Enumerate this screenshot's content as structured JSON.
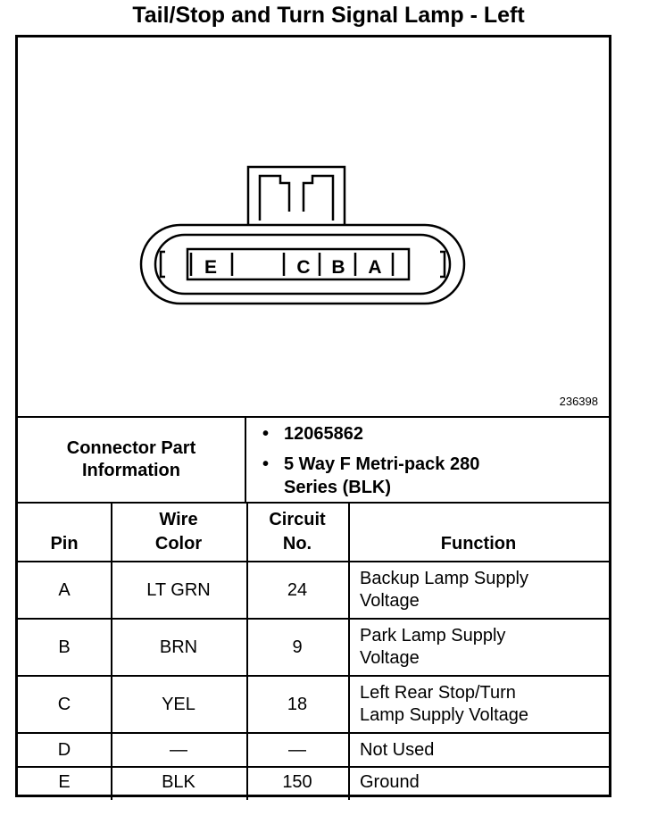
{
  "title": "Tail/Stop and Turn Signal Lamp - Left",
  "figure_number": "236398",
  "connector": {
    "label": "Connector Part Information",
    "items": [
      "12065862",
      "5 Way F Metri-pack 280 Series (BLK)"
    ],
    "item_line2": "280 Series (BLK)",
    "item2_line1": "5 Way F Metri-pack",
    "bullet": "•",
    "cavity_labels": [
      "E",
      "C",
      "B",
      "A"
    ]
  },
  "table": {
    "headers": {
      "pin": "Pin",
      "wire_color_1": "Wire",
      "wire_color_2": "Color",
      "circuit_1": "Circuit",
      "circuit_2": "No.",
      "function": "Function"
    },
    "rows": [
      {
        "pin": "A",
        "wire": "LT GRN",
        "circuit": "24",
        "function_1": "Backup Lamp Supply",
        "function_2": "Voltage"
      },
      {
        "pin": "B",
        "wire": "BRN",
        "circuit": "9",
        "function_1": "Park Lamp Supply",
        "function_2": "Voltage"
      },
      {
        "pin": "C",
        "wire": "YEL",
        "circuit": "18",
        "function_1": "Left Rear Stop/Turn",
        "function_2": "Lamp Supply Voltage"
      },
      {
        "pin": "D",
        "wire": "—",
        "circuit": "—",
        "function_1": "Not Used",
        "function_2": ""
      },
      {
        "pin": "E",
        "wire": "BLK",
        "circuit": "150",
        "function_1": "Ground",
        "function_2": ""
      }
    ]
  }
}
